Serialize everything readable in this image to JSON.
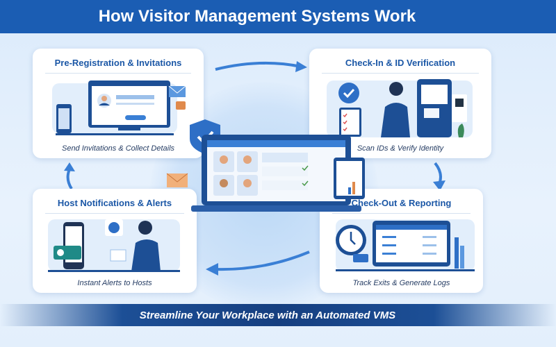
{
  "header": {
    "title": "How Visitor Management Systems Work"
  },
  "steps": [
    {
      "title": "Pre-Registration & Invitations",
      "caption": "Send Invitations & Collect Details"
    },
    {
      "title": "Check-In & ID Verification",
      "caption": "Scan IDs & Verify Identity"
    },
    {
      "title": "Host Notifications & Alerts",
      "caption": "Instant Alerts to Hosts"
    },
    {
      "title": "Check-Out & Reporting",
      "caption": "Track Exits & Generate Logs"
    }
  ],
  "footer": {
    "tagline": "Streamline Your Workplace with an Automated VMS"
  },
  "colors": {
    "primary": "#1b5db3",
    "dark": "#163f80",
    "accent": "#3a7fd5",
    "orange": "#e08a4c"
  }
}
